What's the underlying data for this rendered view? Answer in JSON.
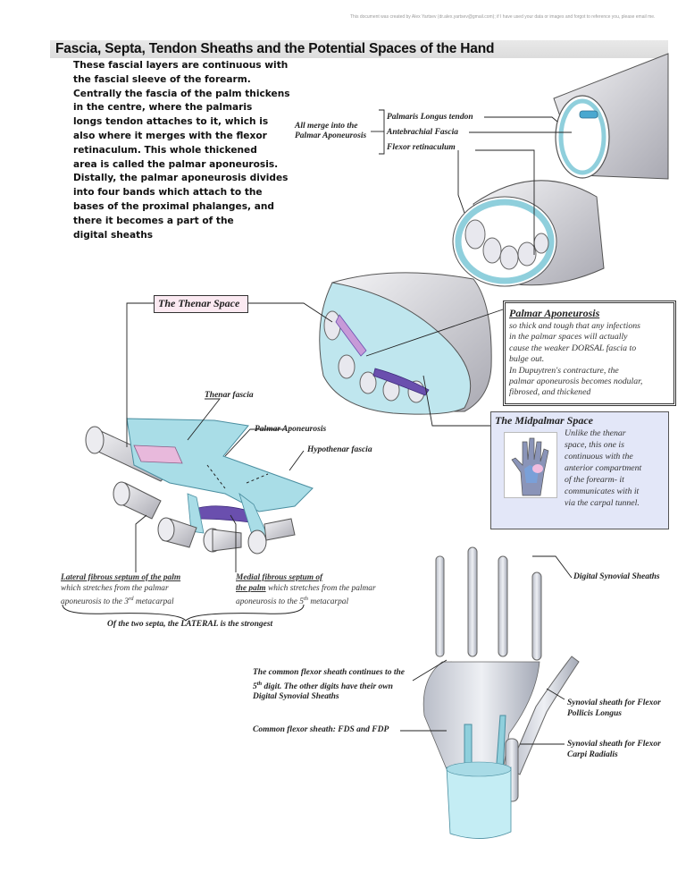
{
  "credit": "This document was created by Alex Yartsev (dr.alex.yartsev@gmail.com); if I have used your data or images and forgot to reference you, please email me.",
  "title": "Fascia, Septa, Tendon Sheaths and the Potential Spaces of the Hand",
  "intro_lines": [
    "These fascial layers are continuous with",
    " the fascial sleeve of the forearm.",
    "Centrally the fascia of the palm thickens",
    " in the centre, where the palmaris",
    "longs tendon attaches to it, which is",
    "also where it merges with the flexor",
    "retinaculum. This whole thickened",
    "area is called the palmar aponeurosis.",
    "Distally, the palmar aponeurosis divides",
    " into four bands which attach to the",
    "bases of the proximal phalanges, and",
    "there it becomes a part of the",
    "digital sheaths"
  ],
  "merge_label": [
    "All merge into the",
    "Palmar Aponeurosis"
  ],
  "top_labels": [
    "Palmaris Longus tendon",
    "Antebrachial Fascia",
    "Flexor retinaculum"
  ],
  "thenar_space": "The Thenar Space",
  "palmar_box": {
    "heading": "Palmar Aponeurosis",
    "body_lines": [
      "so thick and tough that any infections",
      "in the palmar spaces will actually",
      "cause the weaker DORSAL fascia to",
      "bulge out.",
      "In Dupuytren's contracture, the",
      "palmar aponeurosis becomes nodular,",
      "fibrosed, and thickened"
    ]
  },
  "midpalmar_box": {
    "heading": "The Midpalmar Space",
    "body_lines": [
      "Unlike the thenar",
      "space, this one is",
      "continuous with the",
      "anterior compartment",
      "of the forearm- it",
      "communicates with it",
      "via the carpal tunnel."
    ]
  },
  "labels": {
    "thenar_fascia": "Thenar fascia",
    "palmar_aponeurosis": "Palmar Aponeurosis",
    "hypothenar_fascia": "Hypothenar fascia"
  },
  "lateral_septum": {
    "title": "Lateral fibrous septum of the palm",
    "line1": "which stretches from the palmar",
    "line2_pre": "aponeurosis to the 3",
    "line2_sup": "rd",
    "line2_post": " metacarpal"
  },
  "medial_septum": {
    "title1": "Medial fibrous septum of",
    "title2": "the palm",
    "line1": " which stretches from the palmar",
    "line2_pre": "aponeurosis to the 5",
    "line2_sup": "th",
    "line2_post": " metacarpal"
  },
  "septa_note": "Of the two septa, the LATERAL is the strongest",
  "sheath_labels": {
    "digital": "Digital Synovial Sheaths",
    "common_cont_1": "The common flexor sheath continues to the",
    "common_cont_2_num": "5",
    "common_cont_2_sup": "th",
    "common_cont_2_post": " digit. The other digits have their own",
    "common_cont_3": "Digital Synovial Sheaths",
    "common": "Common flexor sheath: FDS and FDP",
    "fpl_1": "Synovial sheath for Flexor",
    "fpl_2": "Pollicis Longus",
    "fcr_1": "Synovial sheath for Flexor",
    "fcr_2": "Carpi Radialis"
  },
  "colors": {
    "fascia": "#a9dde7",
    "sheath_blue": "#8fcfdc",
    "purple": "#6a4fae",
    "pink": "#e7b9d9",
    "grey": "#c8c8ce"
  }
}
